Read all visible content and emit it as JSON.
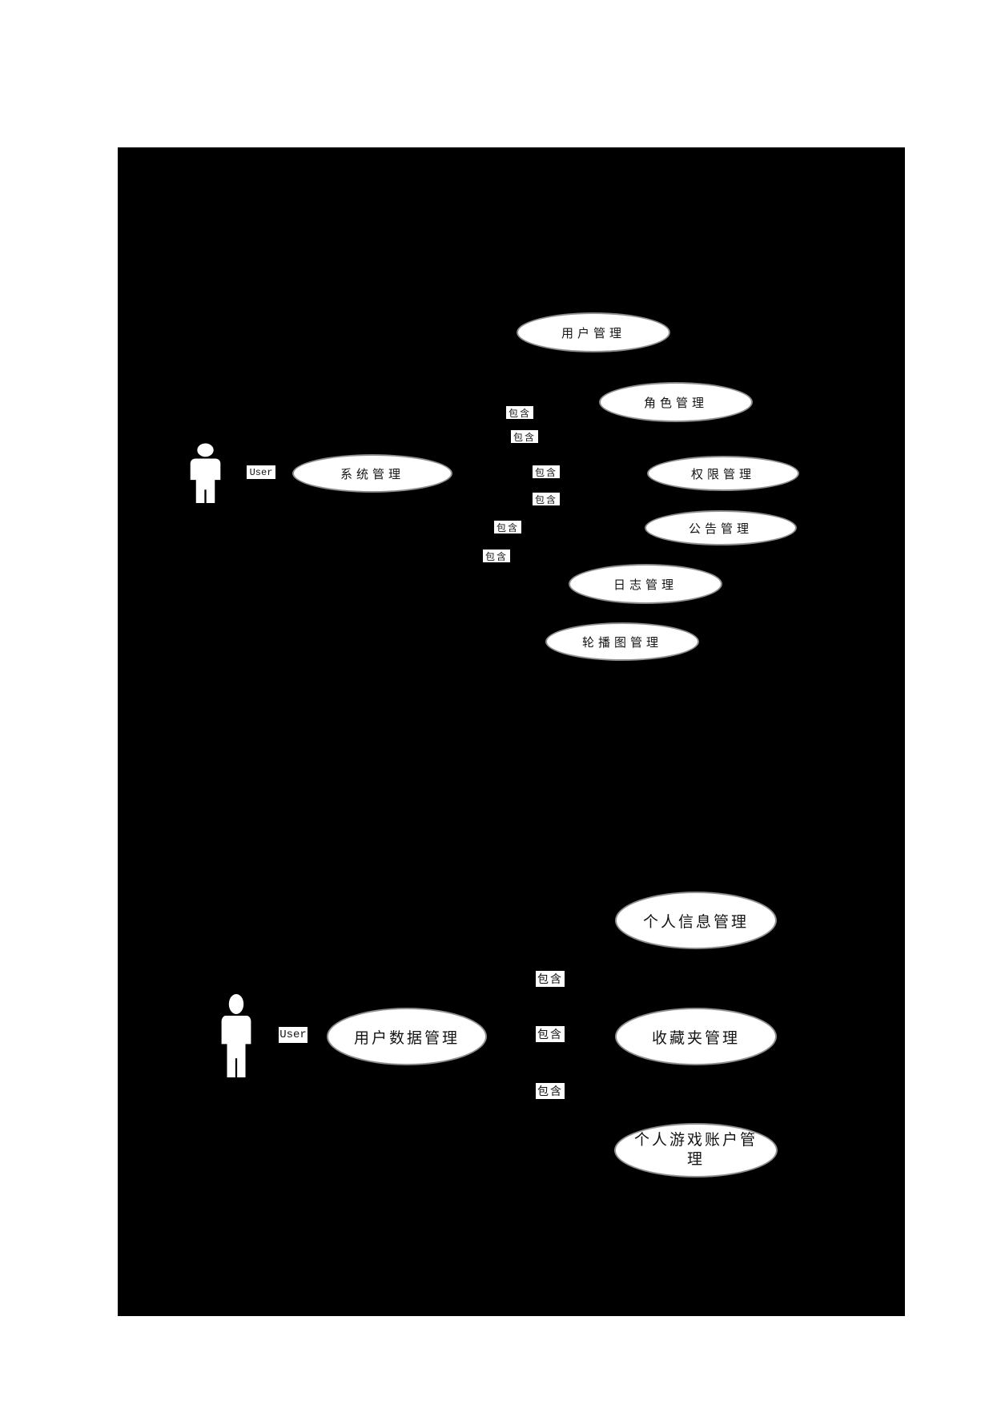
{
  "page": {
    "background_color": "#ffffff",
    "canvas_color": "#000000",
    "shape_fill_color": "#ffffff",
    "shape_edge_color": "#8f8f8f",
    "text_color": "#141414"
  },
  "diagram": {
    "type": "uml-use-case-diagram",
    "include_label": "包含",
    "upper": {
      "actor": {
        "name": "User",
        "icon": "person-icon"
      },
      "hub": {
        "label": "系统管理"
      },
      "use_cases": [
        {
          "label": "用户管理"
        },
        {
          "label": "角色管理"
        },
        {
          "label": "权限管理"
        },
        {
          "label": "公告管理"
        },
        {
          "label": "日志管理"
        },
        {
          "label": "轮播图管理"
        }
      ],
      "include_count": 6
    },
    "lower": {
      "actor": {
        "name": "User",
        "icon": "person-icon"
      },
      "hub": {
        "label": "用户数据管理"
      },
      "use_cases": [
        {
          "label": "个人信息管理"
        },
        {
          "label": "收藏夹管理"
        },
        {
          "label": "个人游戏账户管理"
        }
      ],
      "include_count": 3
    }
  }
}
